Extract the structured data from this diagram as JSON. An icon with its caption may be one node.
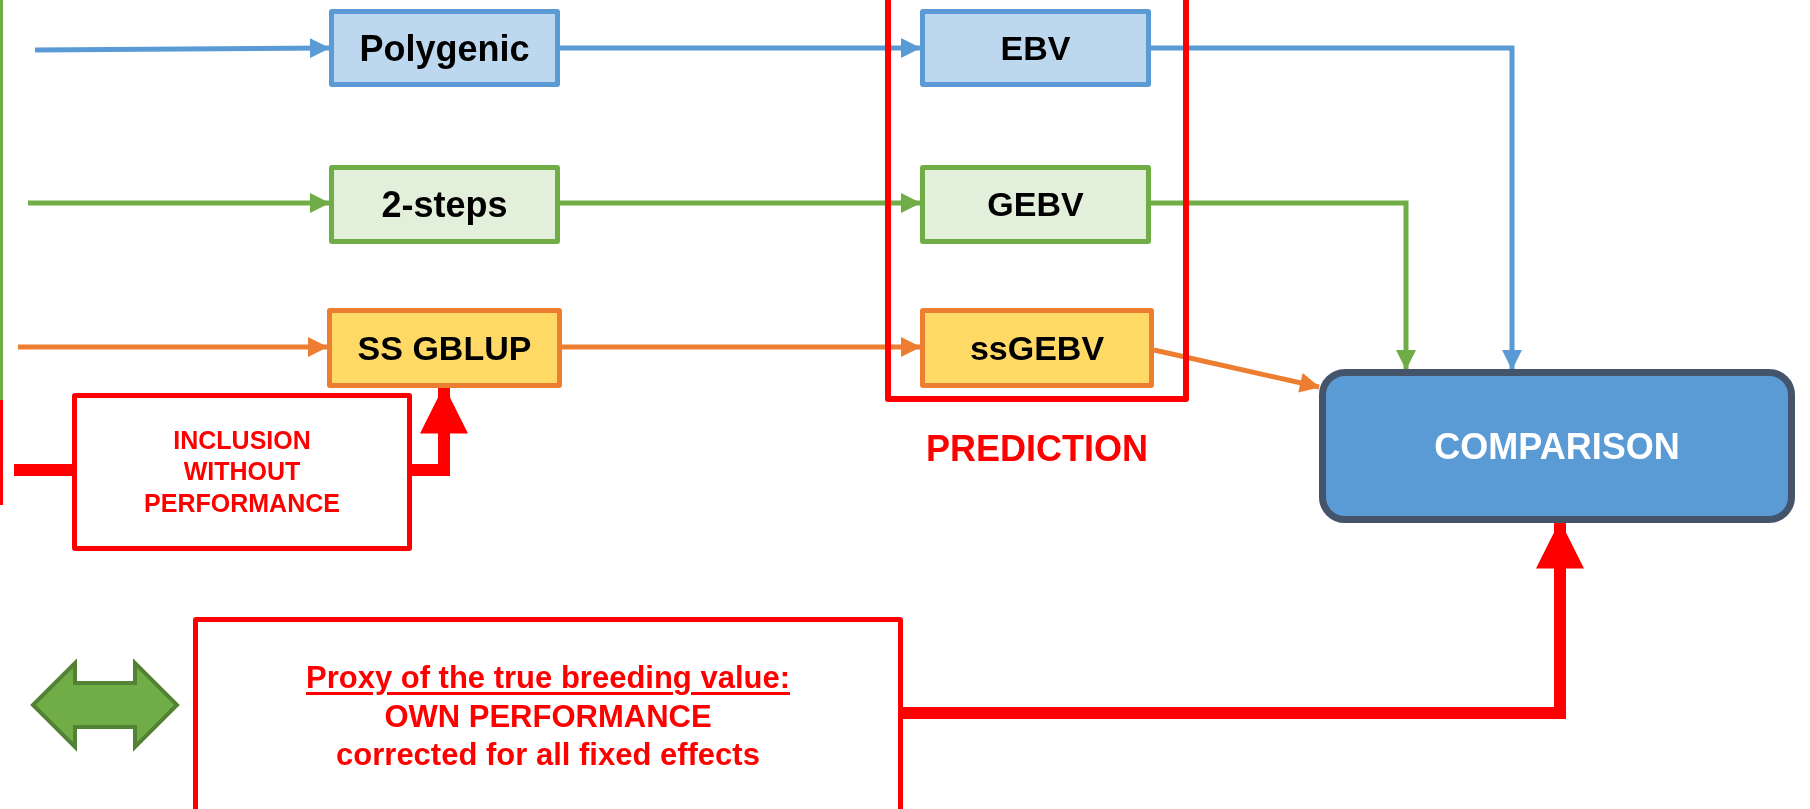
{
  "diagram": {
    "nodes": [
      {
        "text": [
          "Polygenic"
        ]
      },
      {
        "text": [
          "2-steps"
        ]
      },
      {
        "text": [
          "SS GBLUP"
        ]
      },
      {
        "text": [
          "INCLUSION WITHOUT PERFORMANCE"
        ]
      },
      {
        "text": [
          "PREDICTION"
        ]
      },
      {
        "text": [
          "EBV"
        ],
        "in": 4
      },
      {
        "text": [
          "GEBV"
        ],
        "in": 4
      },
      {
        "text": [
          "ssGEBV"
        ],
        "in": 4
      },
      {
        "text": [
          "COMPARISON"
        ]
      },
      {
        "text": [
          "Proxy of the true breeding value:",
          "OWN PERFORMANCE",
          "corrected for all fixed effects"
        ]
      }
    ],
    "edges": [
      {
        "from": null,
        "to": 0,
        "arrow": "to",
        "color": "#5b9bd5"
      },
      {
        "from": 0,
        "to": 5,
        "arrow": "to",
        "color": "#5b9bd5"
      },
      {
        "from": null,
        "to": 1,
        "arrow": "to",
        "color": "#70ad47"
      },
      {
        "from": 1,
        "to": 6,
        "arrow": "to",
        "color": "#70ad47"
      },
      {
        "from": null,
        "to": 2,
        "arrow": "to",
        "color": "#ed7d31"
      },
      {
        "from": 2,
        "to": 7,
        "arrow": "to",
        "color": "#ed7d31"
      },
      {
        "from": null,
        "to": 3,
        "arrow": "none",
        "style": "thick",
        "color": "#ff0000"
      },
      {
        "from": 3,
        "to": 2,
        "arrow": "to",
        "style": "thick",
        "color": "#ff0000"
      },
      {
        "from": 5,
        "to": 8,
        "arrow": "to",
        "color": "#5b9bd5"
      },
      {
        "from": 6,
        "to": 8,
        "arrow": "to",
        "color": "#70ad47"
      },
      {
        "from": 7,
        "to": 8,
        "arrow": "to",
        "color": "#ed7d31"
      },
      {
        "from": 9,
        "to": 8,
        "arrow": "to",
        "style": "thick",
        "color": "#ff0000"
      }
    ]
  }
}
